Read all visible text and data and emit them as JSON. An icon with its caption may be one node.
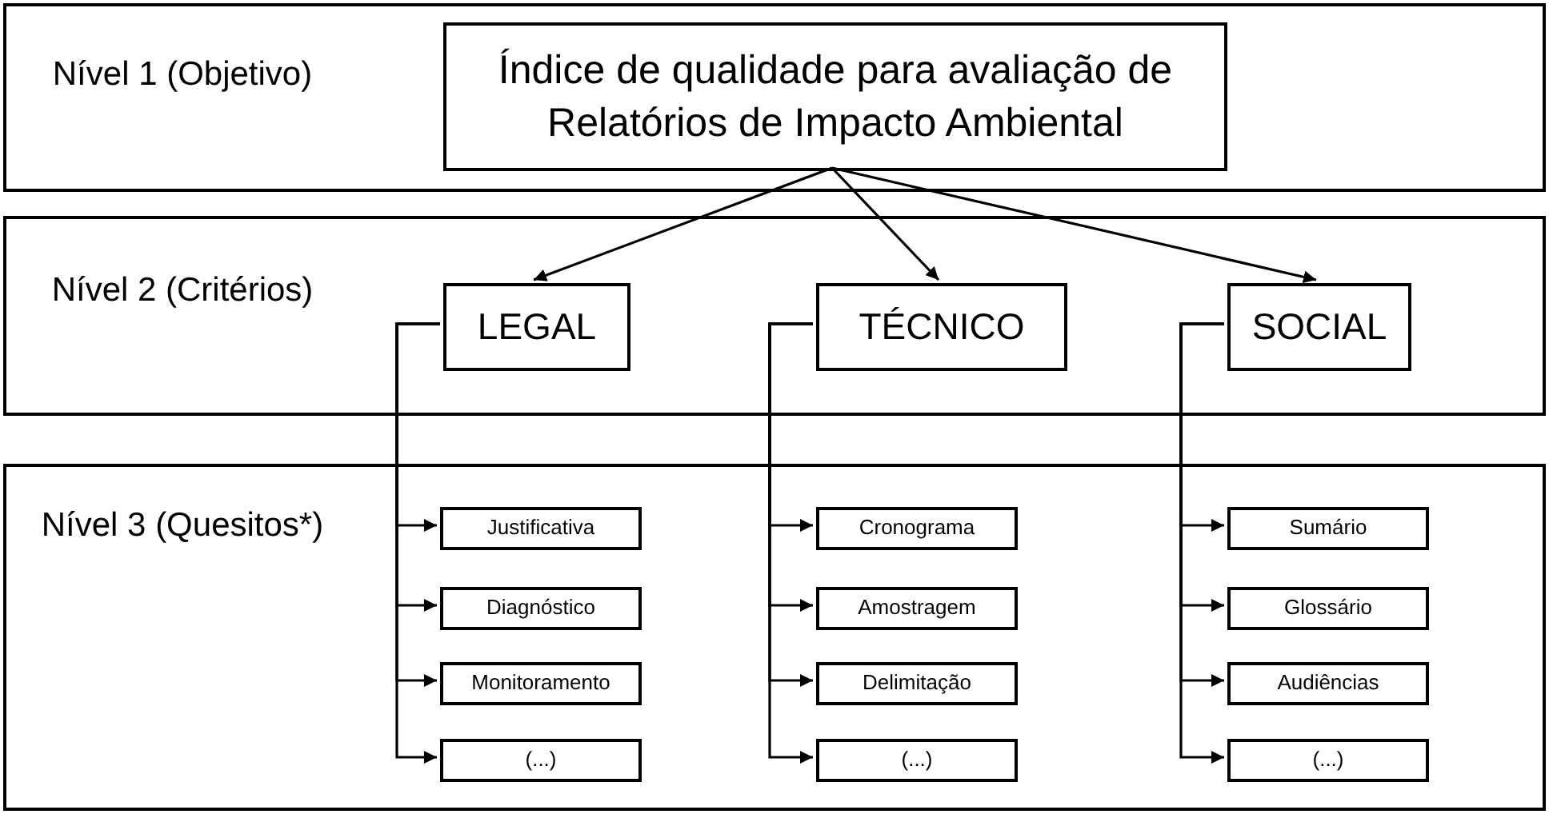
{
  "diagram": {
    "nodes": [
      {
        "text": [
          "Nível 1 (Objetivo)"
        ]
      },
      {
        "text": [
          "Índice de qualidade para avaliação de Relatórios de Impacto Ambiental"
        ],
        "in": 0
      },
      {
        "text": [
          "Nível 2 (Critérios)"
        ]
      },
      {
        "text": [
          "LEGAL"
        ],
        "in": 2
      },
      {
        "text": [
          "TÉCNICO"
        ],
        "in": 2
      },
      {
        "text": [
          "SOCIAL"
        ],
        "in": 2
      },
      {
        "text": [
          "Nível 3 (Quesitos*)"
        ]
      },
      {
        "text": [
          "Justificativa"
        ],
        "in": 6
      },
      {
        "text": [
          "Diagnóstico"
        ],
        "in": 6
      },
      {
        "text": [
          "Monitoramento"
        ],
        "in": 6
      },
      {
        "text": [
          "(...)"
        ],
        "in": 6
      },
      {
        "text": [
          "Cronograma"
        ],
        "in": 6
      },
      {
        "text": [
          "Amostragem"
        ],
        "in": 6
      },
      {
        "text": [
          "Delimitação"
        ],
        "in": 6
      },
      {
        "text": [
          "(...)"
        ],
        "in": 6
      },
      {
        "text": [
          "Sumário"
        ],
        "in": 6
      },
      {
        "text": [
          "Glossário"
        ],
        "in": 6
      },
      {
        "text": [
          "Audiências"
        ],
        "in": 6
      },
      {
        "text": [
          "(...)"
        ],
        "in": 6
      }
    ],
    "edges": [
      {
        "from": 1,
        "to": 3,
        "arrow": "to"
      },
      {
        "from": 1,
        "to": 4,
        "arrow": "to"
      },
      {
        "from": 1,
        "to": 5,
        "arrow": "to"
      },
      {
        "from": 3,
        "to": 7,
        "arrow": "to"
      },
      {
        "from": 3,
        "to": 8,
        "arrow": "to"
      },
      {
        "from": 3,
        "to": 9,
        "arrow": "to"
      },
      {
        "from": 3,
        "to": 10,
        "arrow": "to"
      },
      {
        "from": 4,
        "to": 11,
        "arrow": "to"
      },
      {
        "from": 4,
        "to": 12,
        "arrow": "to"
      },
      {
        "from": 4,
        "to": 13,
        "arrow": "to"
      },
      {
        "from": 4,
        "to": 14,
        "arrow": "to"
      },
      {
        "from": 5,
        "to": 15,
        "arrow": "to"
      },
      {
        "from": 5,
        "to": 16,
        "arrow": "to"
      },
      {
        "from": 5,
        "to": 17,
        "arrow": "to"
      },
      {
        "from": 5,
        "to": 18,
        "arrow": "to"
      }
    ]
  }
}
